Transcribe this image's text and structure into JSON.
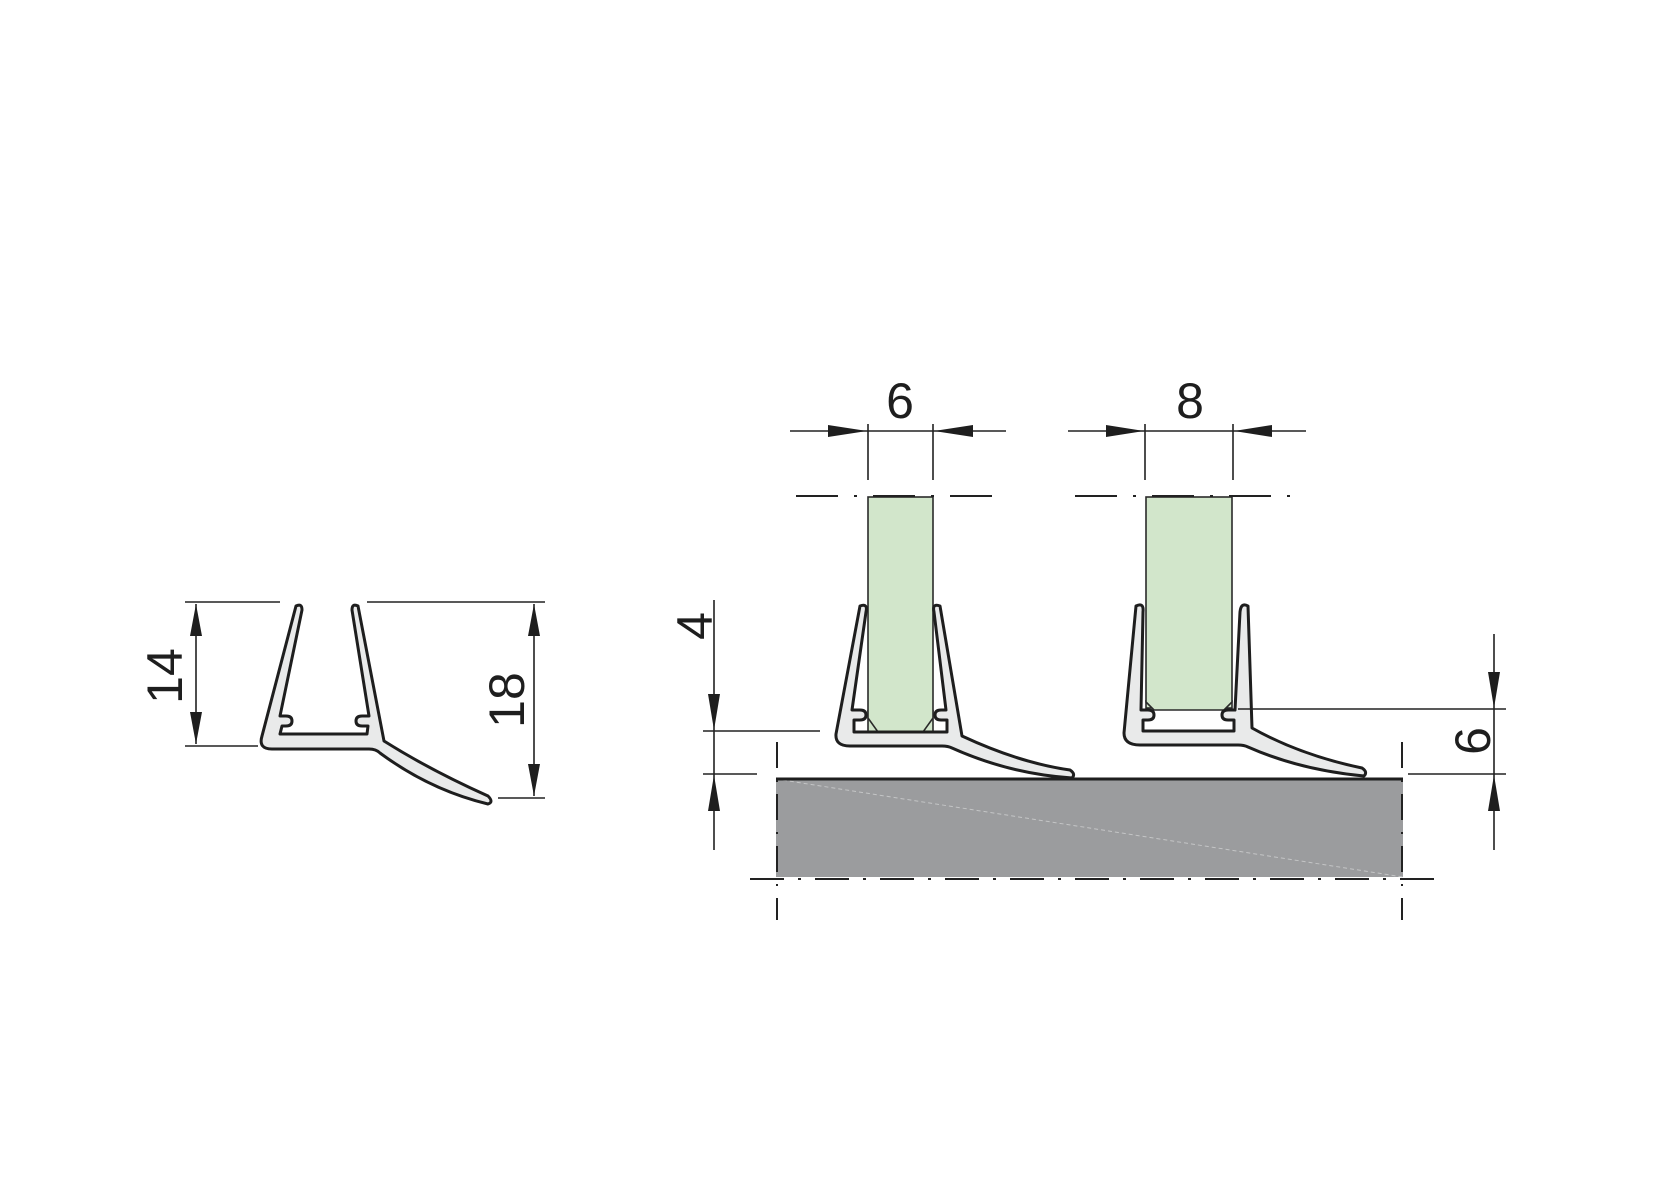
{
  "drawing": {
    "title": "Shower door seal profile — cross sections with glass thickness",
    "colors": {
      "background": "#ffffff",
      "profile_fill": "#e9eaea",
      "outline": "#1e1e1e",
      "glass_fill": "#d2e6cb",
      "floor_fill": "#9b9c9e"
    },
    "profile_detail": {
      "dim_inner_height": "14",
      "dim_total_height": "18"
    },
    "installed_view": {
      "glass_left_thickness": "6",
      "glass_right_thickness": "8",
      "dim_gap_floor": "4",
      "dim_seal_offset": "6"
    }
  }
}
